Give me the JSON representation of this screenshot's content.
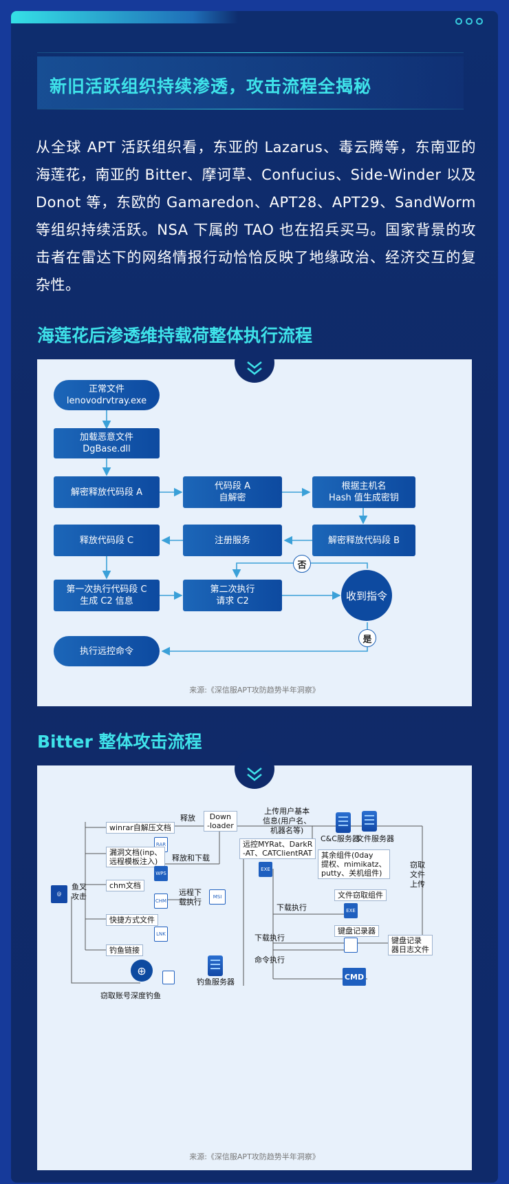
{
  "header": {
    "title": "新旧活跃组织持续渗透，攻击流程全揭秘"
  },
  "intro": "从全球 APT 活跃组织看，东亚的 Lazarus、毒云腾等，东南亚的海莲花，南亚的 Bitter、摩诃草、Confucius、Side-Winder 以及 Donot 等，东欧的 Gamaredon、APT28、APT29、SandWorm 等组织持续活跃。NSA 下属的 TAO 也在招兵买马。国家背景的攻击者在雷达下的网络情报行动恰恰反映了地缘政治、经济交互的复杂性。",
  "flow1": {
    "title": "海莲花后渗透维持载荷整体执行流程",
    "n1": "正常文件\nlenovodrvtray.exe",
    "n2": "加载恶意文件\nDgBase.dll",
    "n3": "解密释放代码段 A",
    "n4": "代码段 A\n自解密",
    "n5": "根据主机名\nHash 值生成密钥",
    "n6": "解密释放代码段 B",
    "n7": "注册服务",
    "n8": "释放代码段 C",
    "n9": "第一次执行代码段 C\n生成 C2 信息",
    "n10": "第二次执行\n请求 C2",
    "n11": "收到指令",
    "n12": "执行远控命令",
    "no": "否",
    "yes": "是",
    "source": "来源:《深信服APT攻防趋势半年洞察》"
  },
  "flow2": {
    "title": "Bitter 整体攻击流程",
    "spear": "鱼叉\n攻击",
    "winrar": "winrar自解压文档",
    "vuln": "漏洞文档(inp、\n远程模板注入)",
    "chm": "chm文档",
    "lnk_doc": "快捷方式文件",
    "phish_link": "钓鱼链接",
    "release": "释放",
    "release_dl": "释放和下载",
    "remote_dl": "远程下\n载执行",
    "downloader": "Down\n-loader",
    "upload_info": "上传用户基本\n信息(用户名、\n机器名等)",
    "cc_server": "C&C服务器",
    "file_server": "文件服务器",
    "rats": "远控MYRat、DarkR\n-AT、CATClientRAT",
    "other": "其余组件(0day\n提权、mimikatz、\nputty、关机组件)",
    "stealer": "文件窃取组件",
    "dl_exec1": "下载执行",
    "keylogger": "键盘记录器",
    "dl_exec2": "下载执行",
    "keylog_file": "键盘记录\n器日志文件",
    "cmd_exec": "命令执行",
    "steal_upload": "窃取\n文件\n上传",
    "phish_server": "钓鱼服务器",
    "steal_account": "窃取账号深度钓鱼",
    "icons": {
      "rar": "RAR",
      "wps": "WPS",
      "chm": "CHM",
      "lnk": "LNK",
      "msi": "MSI",
      "exe": "EXE",
      "cmd": "CMD"
    },
    "source": "来源:《深信服APT攻防趋势半年洞察》"
  }
}
